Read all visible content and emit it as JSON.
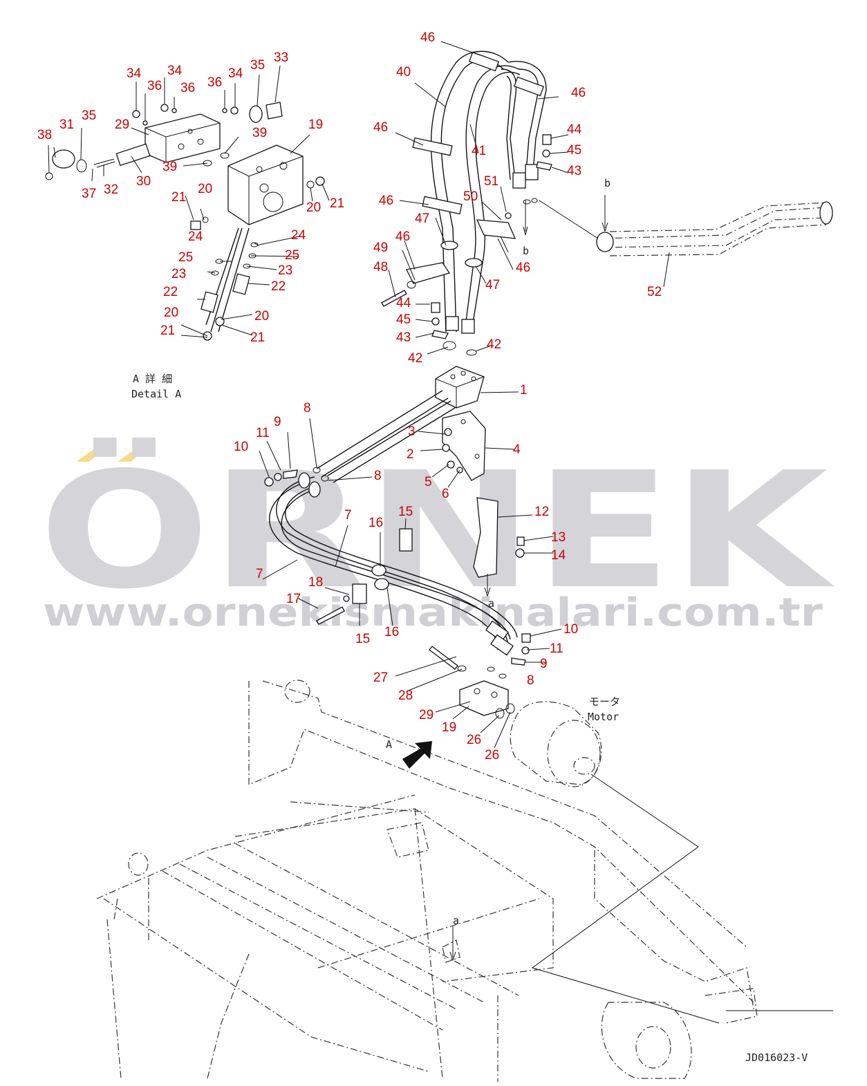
{
  "detail_label": {
    "jp": "A 詳 細",
    "en": "Detail A"
  },
  "motor_label": {
    "jp": "モータ",
    "en": "Motor"
  },
  "view_marks": {
    "A": "A",
    "a": "a",
    "b": "b"
  },
  "drawing_id": "JD016023-V",
  "watermark": {
    "brand": "ÖRNEK",
    "url": "www.ornekismakinalari.com.tr"
  },
  "colors": {
    "callout": "#cc0000",
    "watermark": "#d4d4d9",
    "accent": "#f5dc8a"
  },
  "callouts": [
    {
      "n": "46"
    },
    {
      "n": "40"
    },
    {
      "n": "46"
    },
    {
      "n": "46"
    },
    {
      "n": "41"
    },
    {
      "n": "44"
    },
    {
      "n": "45"
    },
    {
      "n": "43"
    },
    {
      "n": "46"
    },
    {
      "n": "51"
    },
    {
      "n": "50"
    },
    {
      "n": "47"
    },
    {
      "n": "46"
    },
    {
      "n": "49"
    },
    {
      "n": "46"
    },
    {
      "n": "48"
    },
    {
      "n": "47"
    },
    {
      "n": "44"
    },
    {
      "n": "45"
    },
    {
      "n": "43"
    },
    {
      "n": "42"
    },
    {
      "n": "42"
    },
    {
      "n": "1"
    },
    {
      "n": "52"
    },
    {
      "n": "34"
    },
    {
      "n": "34"
    },
    {
      "n": "36"
    },
    {
      "n": "36"
    },
    {
      "n": "36"
    },
    {
      "n": "34"
    },
    {
      "n": "35"
    },
    {
      "n": "33"
    },
    {
      "n": "29"
    },
    {
      "n": "39"
    },
    {
      "n": "39"
    },
    {
      "n": "38"
    },
    {
      "n": "31"
    },
    {
      "n": "35"
    },
    {
      "n": "37"
    },
    {
      "n": "32"
    },
    {
      "n": "30"
    },
    {
      "n": "19"
    },
    {
      "n": "21"
    },
    {
      "n": "20"
    },
    {
      "n": "20"
    },
    {
      "n": "21"
    },
    {
      "n": "24"
    },
    {
      "n": "24"
    },
    {
      "n": "25"
    },
    {
      "n": "25"
    },
    {
      "n": "23"
    },
    {
      "n": "23"
    },
    {
      "n": "22"
    },
    {
      "n": "22"
    },
    {
      "n": "20"
    },
    {
      "n": "20"
    },
    {
      "n": "21"
    },
    {
      "n": "21"
    },
    {
      "n": "8"
    },
    {
      "n": "9"
    },
    {
      "n": "11"
    },
    {
      "n": "10"
    },
    {
      "n": "3"
    },
    {
      "n": "4"
    },
    {
      "n": "2"
    },
    {
      "n": "5"
    },
    {
      "n": "6"
    },
    {
      "n": "8"
    },
    {
      "n": "7"
    },
    {
      "n": "15"
    },
    {
      "n": "16"
    },
    {
      "n": "12"
    },
    {
      "n": "13"
    },
    {
      "n": "14"
    },
    {
      "n": "7"
    },
    {
      "n": "18"
    },
    {
      "n": "17"
    },
    {
      "n": "15"
    },
    {
      "n": "16"
    },
    {
      "n": "10"
    },
    {
      "n": "11"
    },
    {
      "n": "9"
    },
    {
      "n": "27"
    },
    {
      "n": "8"
    },
    {
      "n": "28"
    },
    {
      "n": "29"
    },
    {
      "n": "19"
    },
    {
      "n": "26"
    },
    {
      "n": "26"
    }
  ]
}
